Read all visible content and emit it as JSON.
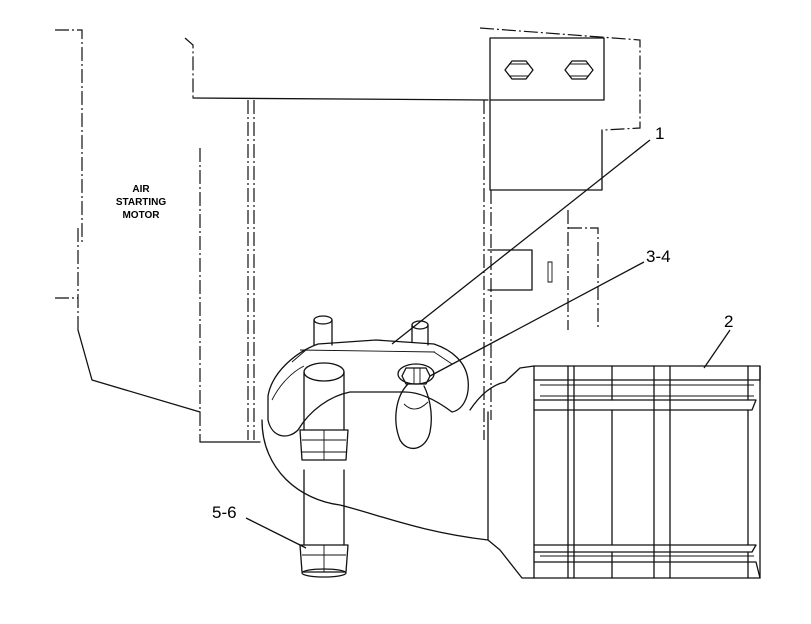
{
  "component_label": [
    "AIR",
    "STARTING",
    "MOTOR"
  ],
  "callouts": [
    {
      "id": "1",
      "text": "1"
    },
    {
      "id": "3-4",
      "text": "3-4"
    },
    {
      "id": "2",
      "text": "2"
    },
    {
      "id": "5-6",
      "text": "5-6"
    }
  ]
}
